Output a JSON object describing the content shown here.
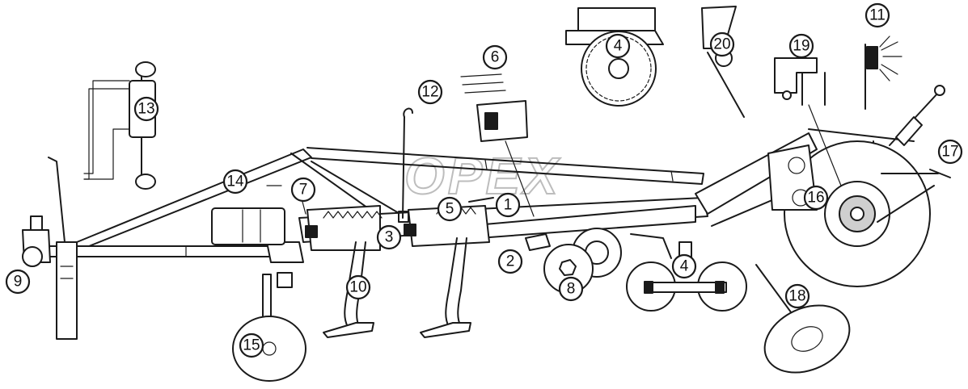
{
  "watermark": "OPEX",
  "callouts": [
    {
      "id": "c1",
      "label": "1"
    },
    {
      "id": "c2",
      "label": "2"
    },
    {
      "id": "c3",
      "label": "3"
    },
    {
      "id": "c4a",
      "label": "4"
    },
    {
      "id": "c4b",
      "label": "4"
    },
    {
      "id": "c5",
      "label": "5"
    },
    {
      "id": "c6",
      "label": "6"
    },
    {
      "id": "c7",
      "label": "7"
    },
    {
      "id": "c8",
      "label": "8"
    },
    {
      "id": "c9",
      "label": "9"
    },
    {
      "id": "c10",
      "label": "10"
    },
    {
      "id": "c11",
      "label": "11"
    },
    {
      "id": "c12",
      "label": "12"
    },
    {
      "id": "c13",
      "label": "13"
    },
    {
      "id": "c14",
      "label": "14"
    },
    {
      "id": "c15",
      "label": "15"
    },
    {
      "id": "c16",
      "label": "16"
    },
    {
      "id": "c17",
      "label": "17"
    },
    {
      "id": "c18",
      "label": "18"
    },
    {
      "id": "c19",
      "label": "19"
    },
    {
      "id": "c20",
      "label": "20"
    }
  ]
}
